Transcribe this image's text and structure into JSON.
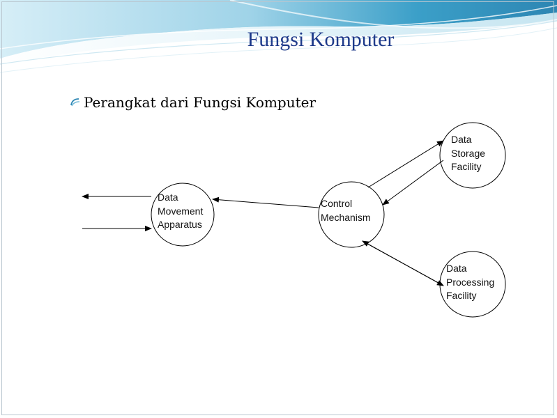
{
  "slide": {
    "title": "Fungsi Komputer",
    "bullet": "Perangkat dari Fungsi  Komputer",
    "accent_color": "#1e3a8a",
    "band_colors": [
      "#3aa0c9",
      "#a7d8ea"
    ]
  },
  "diagram": {
    "nodes": [
      {
        "id": "data-movement-apparatus",
        "lines": [
          "Data",
          "Movement",
          "Apparatus"
        ]
      },
      {
        "id": "control-mechanism",
        "lines": [
          "Control",
          "Mechanism"
        ]
      },
      {
        "id": "data-storage-facility",
        "lines": [
          "Data",
          "Storage",
          "Facility"
        ]
      },
      {
        "id": "data-processing-facility",
        "lines": [
          "Data",
          "Processing",
          "Facility"
        ]
      }
    ]
  }
}
